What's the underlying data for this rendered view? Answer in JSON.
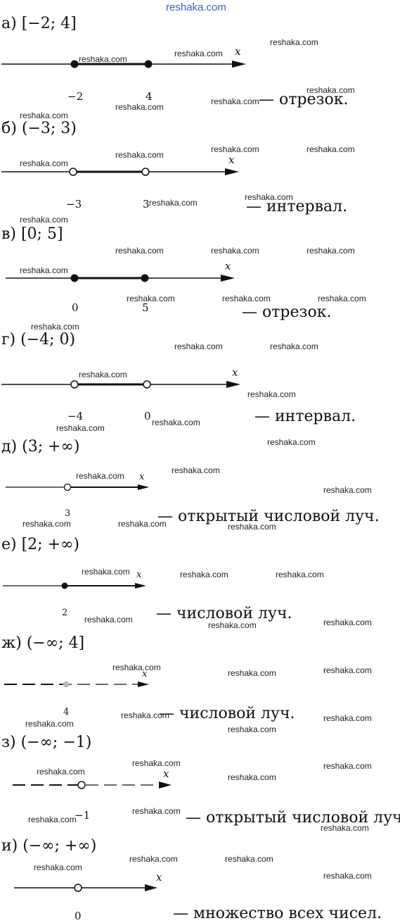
{
  "site": "reshaka.com",
  "watermark": "reshaka.com",
  "axis_label": "x",
  "items": [
    {
      "label": "а) [−2; 4]",
      "ticks": [
        "−2",
        "4"
      ],
      "desc": "— отрезок."
    },
    {
      "label": "б) (−3; 3)",
      "ticks": [
        "−3",
        "3"
      ],
      "desc": "— интервал."
    },
    {
      "label": "в) [0; 5]",
      "ticks": [
        "0",
        "5"
      ],
      "desc": "— отрезок."
    },
    {
      "label": "г) (−4; 0)",
      "ticks": [
        "−4",
        "0"
      ],
      "desc": "— интервал."
    },
    {
      "label": "д) (3; +∞)",
      "ticks": [
        "3"
      ],
      "desc": "— открытый числовой луч."
    },
    {
      "label": "е) [2; +∞)",
      "ticks": [
        "2"
      ],
      "desc": "— числовой луч."
    },
    {
      "label": "ж) (−∞; 4]",
      "ticks": [
        "4"
      ],
      "desc": "— числовой луч."
    },
    {
      "label": "з) (−∞; −1)",
      "ticks": [
        "−1"
      ],
      "desc": "— открытый числовой луч."
    },
    {
      "label": "и) (−∞; +∞)",
      "ticks": [
        "0"
      ],
      "desc": "— множество всех чисел."
    }
  ]
}
